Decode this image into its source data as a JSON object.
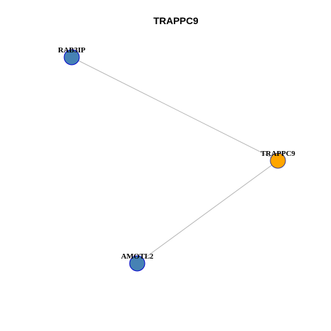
{
  "title": "TRAPPC9",
  "nodes": [
    {
      "id": "RAB3IP",
      "label": "RAB3IP",
      "color": "#4682B4",
      "stroke": "#0000CD",
      "role": "neighbor"
    },
    {
      "id": "TRAPPC9",
      "label": "TRAPPC9",
      "color": "#FFA500",
      "stroke": "#3A3A8C",
      "role": "center"
    },
    {
      "id": "AMOTL2",
      "label": "AMOTL2",
      "color": "#4682B4",
      "stroke": "#0000CD",
      "role": "neighbor"
    }
  ],
  "edges": [
    {
      "source": "RAB3IP",
      "target": "TRAPPC9"
    },
    {
      "source": "AMOTL2",
      "target": "TRAPPC9"
    }
  ],
  "colors": {
    "edge": "#b3b3b3",
    "center_node": "#FFA500",
    "neighbor_node": "#4682B4"
  }
}
